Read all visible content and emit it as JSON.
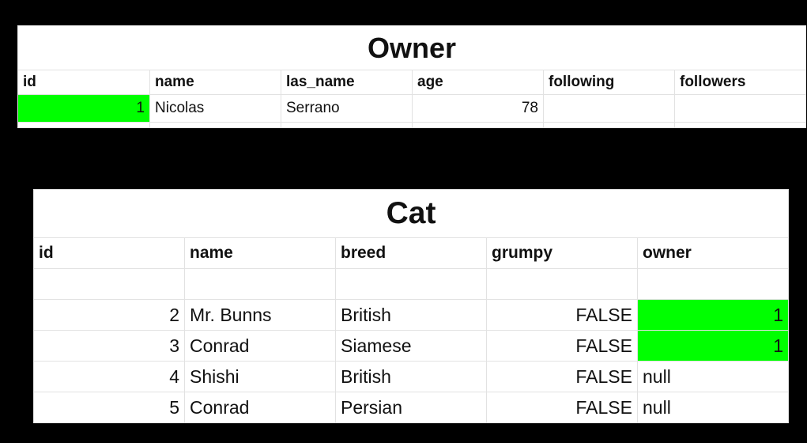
{
  "owner_table": {
    "title": "Owner",
    "headers": [
      "id",
      "name",
      "las_name",
      "age",
      "following",
      "followers"
    ],
    "rows": [
      {
        "id": "1",
        "name": "Nicolas",
        "las_name": "Serrano",
        "age": "78",
        "following": "",
        "followers": ""
      }
    ],
    "highlight_color": "#00ff00"
  },
  "cat_table": {
    "title": "Cat",
    "headers": [
      "id",
      "name",
      "breed",
      "grumpy",
      "owner"
    ],
    "rows": [
      {
        "id": "2",
        "name": "Mr. Bunns",
        "breed": "British",
        "grumpy": "FALSE",
        "owner": "1"
      },
      {
        "id": "3",
        "name": "Conrad",
        "breed": "Siamese",
        "grumpy": "FALSE",
        "owner": "1"
      },
      {
        "id": "4",
        "name": "Shishi",
        "breed": "British",
        "grumpy": "FALSE",
        "owner": "null"
      },
      {
        "id": "5",
        "name": "Conrad",
        "breed": "Persian",
        "grumpy": "FALSE",
        "owner": "null"
      }
    ],
    "highlight_color": "#00ff00"
  }
}
